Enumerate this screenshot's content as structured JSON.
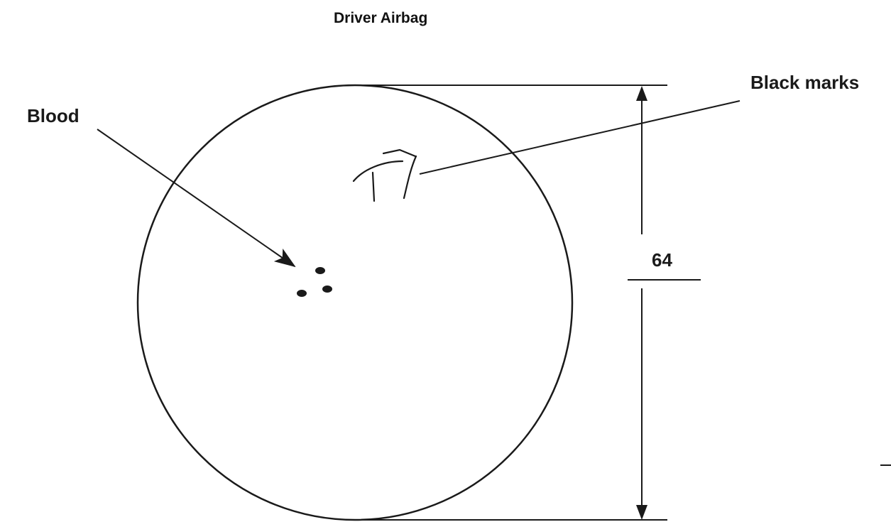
{
  "diagram": {
    "title": "Driver Airbag",
    "labels": {
      "blood": "Blood",
      "black_marks": "Black marks"
    },
    "dimension": {
      "value": "64"
    },
    "colors": {
      "ink": "#1a1a1a",
      "background": "#ffffff"
    }
  }
}
